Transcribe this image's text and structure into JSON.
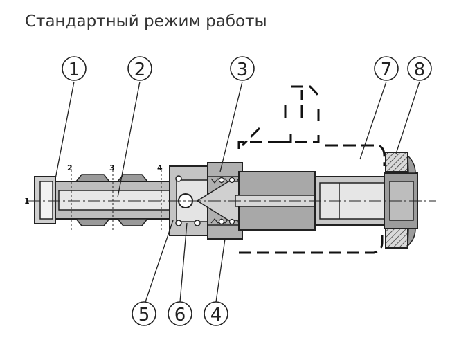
{
  "title": "Стандартный режим работы",
  "callouts": {
    "c1": "1",
    "c2": "2",
    "c3": "3",
    "c4": "4",
    "c5": "5",
    "c6": "6",
    "c7": "7",
    "c8": "8"
  },
  "sections": {
    "s1": "1",
    "s2": "2",
    "s3": "3",
    "s4": "4"
  }
}
